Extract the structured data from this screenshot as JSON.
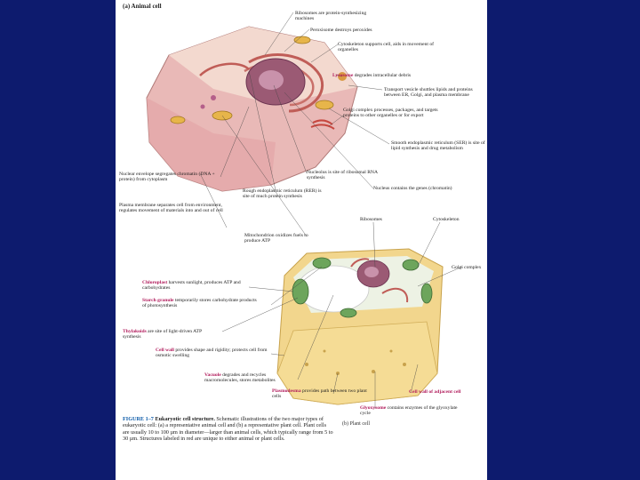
{
  "figure": {
    "panel_a_title": "(a) Animal cell",
    "panel_b_title": "(b) Plant cell",
    "caption_figure": "FIGURE 1–7",
    "caption_heading": "Eukaryotic cell structure.",
    "caption_text": "Schematic illustrations of the two major types of eukaryotic cell: (a) a representative animal cell and (b) a representative plant cell. Plant cells are usually 10 to 100 µm in diameter—larger than animal cells, which typically range from 5 to 30 µm. Structures labeled in red are unique to either animal or plant cells."
  },
  "animal_labels": {
    "ribosomes": "Ribosomes are protein-synthesizing machines",
    "peroxisome": "Peroxisome destroys peroxides",
    "cytoskeleton": "Cytoskeleton supports cell, aids in movement of organelles",
    "lysosome_term": "Lysosome",
    "lysosome_rest": "degrades intracellular debris",
    "transport": "Transport vesicle shuttles lipids and proteins between ER, Golgi, and plasma membrane",
    "golgi": "Golgi complex processes, packages, and targets proteins to other organelles or for export",
    "smooth_er": "Smooth endoplasmic reticulum (SER) is site of lipid synthesis and drug metabolism",
    "nuclear_envelope": "Nuclear envelope segregates chromatin (DNA + protein) from cytoplasm",
    "nucleolus": "Nucleolus is site of ribosomal RNA synthesis",
    "rough_er": "Rough endoplasmic reticulum (RER) is site of much protein synthesis",
    "nucleus": "Nucleus contains the genes (chromatin)",
    "plasma_membrane": "Plasma membrane separates cell from environment, regulates movement of materials into and out of cell",
    "mitochondrion": "Mitochondrion oxidizes fuels to produce ATP"
  },
  "plant_labels": {
    "ribosomes": "Ribosomes",
    "cytoskeleton": "Cytoskeleton",
    "golgi": "Golgi complex",
    "chloroplast_term": "Chloroplast",
    "chloroplast_rest": "harvests sunlight, produces ATP and carbohydrates",
    "starch_term": "Starch granule",
    "starch_rest": "temporarily stores carbohydrate products of photosynthesis",
    "thylakoids_term": "Thylakoids",
    "thylakoids_rest": "are site of light-driven ATP synthesis",
    "cell_wall_term": "Cell wall",
    "cell_wall_rest": "provides shape and rigidity; protects cell from osmotic swelling",
    "vacuole_term": "Vacuole",
    "vacuole_rest": "degrades and recycles macromolecules, stores metabolites",
    "plasmodesma_term": "Plasmodesma",
    "plasmodesma_rest": "provides path between two plant cells",
    "adjacent_wall": "Cell wall of adjacent cell",
    "glyoxysome_term": "Glyoxysome",
    "glyoxysome_rest": "contains enzymes of the glyoxylate cycle"
  },
  "colors": {
    "background": "#0d1b6e",
    "highlight": "#b0195a",
    "caption_figure": "#0b5aa8"
  }
}
